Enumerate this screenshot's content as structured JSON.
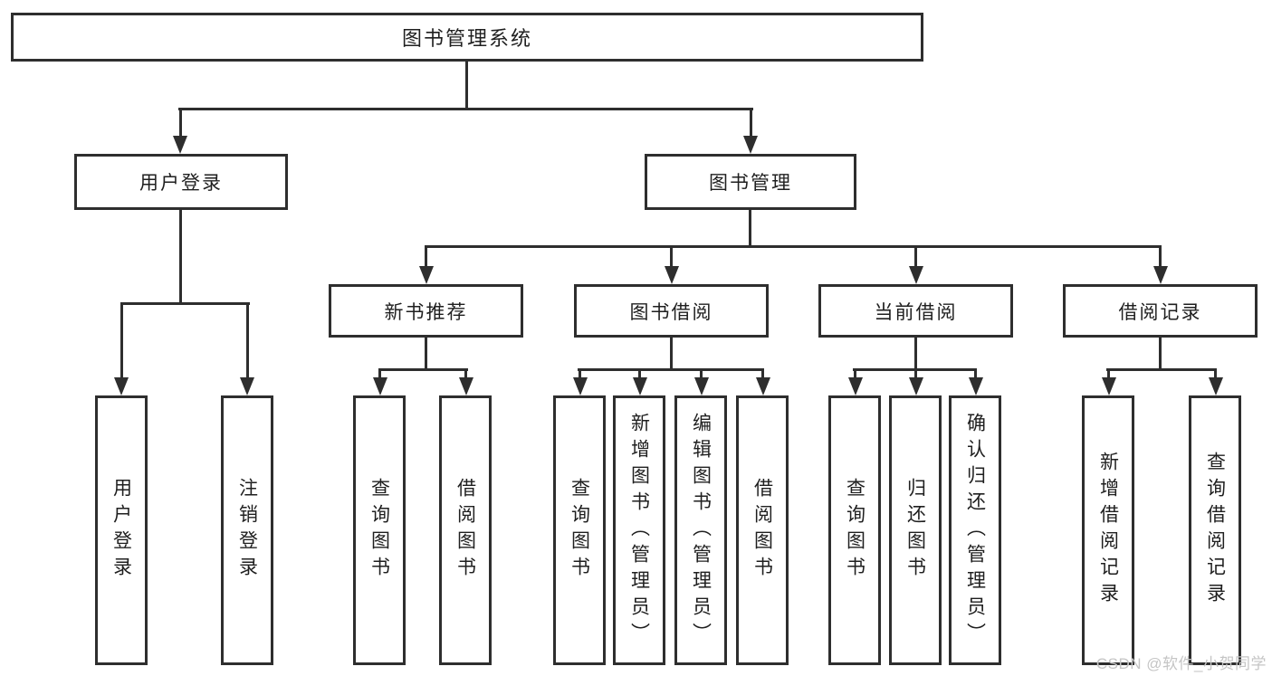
{
  "diagram": {
    "root": {
      "label": "图书管理系统"
    },
    "user_login": {
      "label": "用户登录",
      "children": [
        {
          "label": "用户登录"
        },
        {
          "label": "注销登录"
        }
      ]
    },
    "book_mgmt": {
      "label": "图书管理",
      "groups": [
        {
          "label": "新书推荐",
          "children": [
            {
              "label": "查询图书"
            },
            {
              "label": "借阅图书"
            }
          ]
        },
        {
          "label": "图书借阅",
          "children": [
            {
              "label": "查询图书"
            },
            {
              "label": "新增图书（管理员）"
            },
            {
              "label": "编辑图书（管理员）"
            },
            {
              "label": "借阅图书"
            }
          ]
        },
        {
          "label": "当前借阅",
          "children": [
            {
              "label": "查询图书"
            },
            {
              "label": "归还图书"
            },
            {
              "label": "确认归还（管理员）"
            }
          ]
        },
        {
          "label": "借阅记录",
          "children": [
            {
              "label": "新增借阅记录"
            },
            {
              "label": "查询借阅记录"
            }
          ]
        }
      ]
    }
  },
  "watermark": {
    "text": "CSDN @软件_小贺同学"
  },
  "colors": {
    "line": "#2e2e2e",
    "text": "#1f1f1f",
    "watermark_gray": "#c5c5c5",
    "background": "#ffffff"
  }
}
